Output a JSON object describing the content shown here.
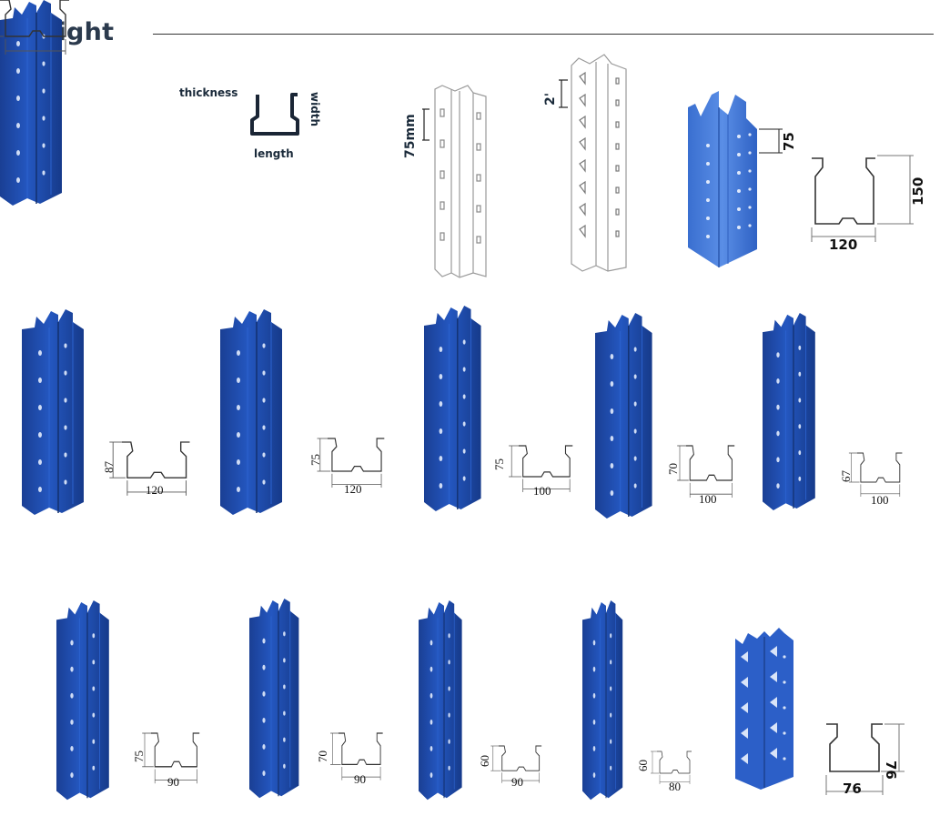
{
  "header": {
    "title": "Upright"
  },
  "legend": {
    "thickness": "thickness",
    "width": "width",
    "length": "length"
  },
  "sketches": {
    "pitch_mm": "75mm",
    "pitch_inch": "2'"
  },
  "featured": {
    "pitch": "75",
    "height": "150",
    "width": "120"
  },
  "profiles": [
    {
      "height": "87",
      "width": "120"
    },
    {
      "height": "75",
      "width": "120"
    },
    {
      "height": "75",
      "width": "100"
    },
    {
      "height": "70",
      "width": "100"
    },
    {
      "height": "67",
      "width": "100"
    },
    {
      "height": "75",
      "width": "90"
    },
    {
      "height": "70",
      "width": "90"
    },
    {
      "height": "60",
      "width": "90"
    },
    {
      "height": "60",
      "width": "80"
    },
    {
      "height": "76",
      "width": "76"
    }
  ],
  "colors": {
    "upright_blue": "#1f4aa8",
    "upright_light_blue": "#3f74d6",
    "title": "#2b3a4d"
  }
}
